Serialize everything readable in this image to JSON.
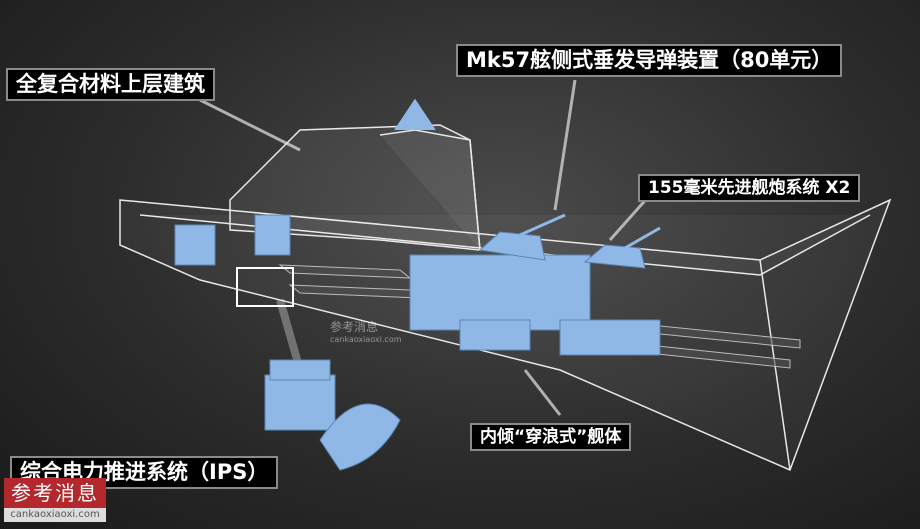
{
  "labels": {
    "superstructure": "全复合材料上层建筑",
    "vls": "Mk57舷侧式垂发导弹装置（80单元）",
    "gun": "155毫米先进舰炮系统 X2",
    "hull": "内倾“穿浪式”舰体",
    "ips": "综合电力推进系统（IPS）"
  },
  "watermark": {
    "name": "参考消息",
    "url": "cankaoxiaoxi.com"
  },
  "colors": {
    "equipment": "#8fb8e6",
    "outline": "#e8e8e8",
    "label_bg": "#000000"
  }
}
